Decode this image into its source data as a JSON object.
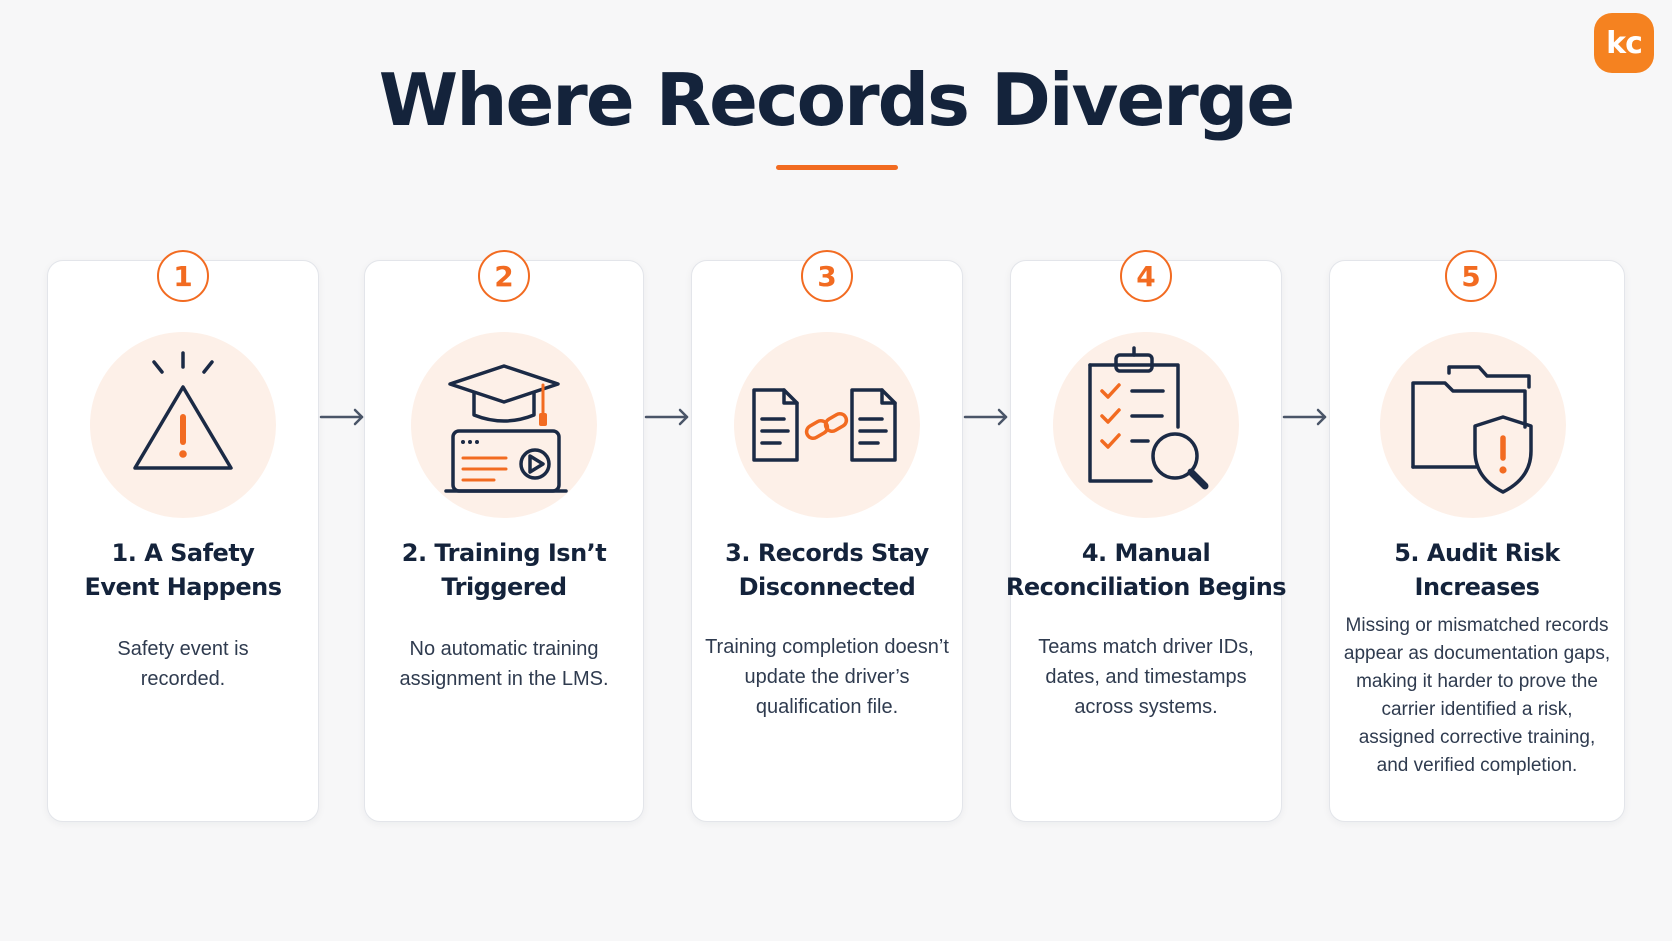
{
  "brand": {
    "logo_text": "kc"
  },
  "title": "Where Records Diverge",
  "steps": [
    {
      "number": "1",
      "title_line1": "1. A Safety",
      "title_line2": "Event Happens",
      "description": "Safety event is recorded.",
      "icon": "warning-triangle-icon"
    },
    {
      "number": "2",
      "title_line1": "2. Training Isn’t",
      "title_line2": "Triggered",
      "description": "No automatic training assignment in the LMS.",
      "icon": "graduation-cap-video-icon"
    },
    {
      "number": "3",
      "title_line1": "3. Records Stay",
      "title_line2": "Disconnected",
      "description": "Training completion doesn’t update the driver’s qualification file.",
      "icon": "broken-link-documents-icon"
    },
    {
      "number": "4",
      "title_line1": "4. Manual",
      "title_line2": "Reconciliation Begins",
      "description": "Teams match driver IDs, dates, and timestamps across systems.",
      "icon": "clipboard-magnifier-icon"
    },
    {
      "number": "5",
      "title_line1": "5. Audit Risk",
      "title_line2": "Increases",
      "description": "Missing or mismatched records appear as documentation gaps, making it harder to prove the carrier identified a risk, assigned corrective training, and verified completion.",
      "icon": "folder-shield-icon"
    }
  ],
  "colors": {
    "accent": "#f26b21",
    "navy": "#14233b",
    "icon_bg": "#fdf0e8",
    "logo": "#f58220"
  }
}
